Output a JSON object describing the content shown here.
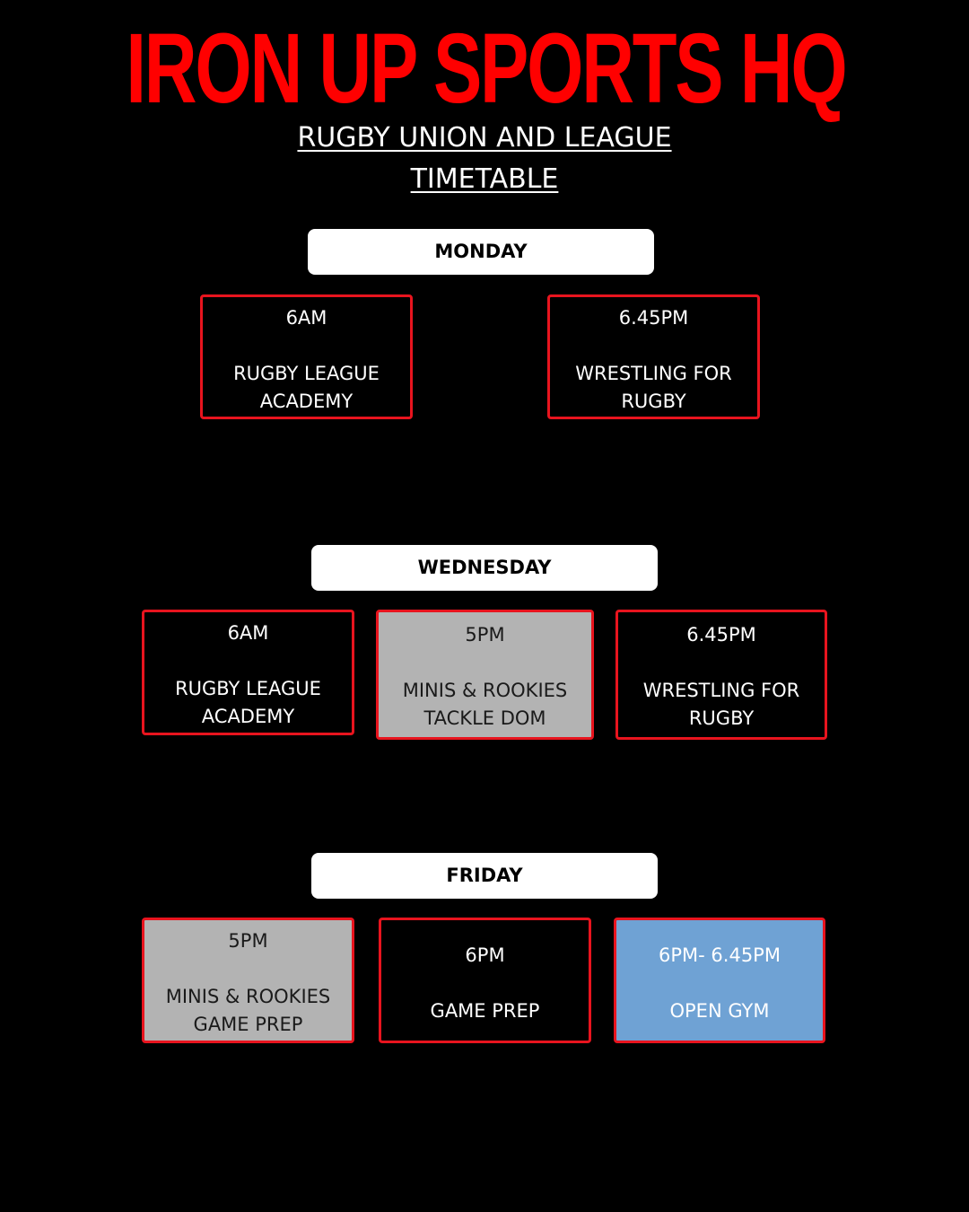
{
  "header": {
    "title": "IRON UP SPORTS HQ",
    "subtitle_line1": "RUGBY UNION AND LEAGUE",
    "subtitle_line2": "TIMETABLE"
  },
  "colors": {
    "title_red": "#ff0000",
    "box_border_red": "#e8141e",
    "grey_session": "#b3b3b3",
    "blue_session": "#6fa2d4",
    "background": "#000000"
  },
  "days": [
    {
      "name": "MONDAY",
      "sessions": [
        {
          "time": "6AM",
          "class": "RUGBY LEAGUE ACADEMY"
        },
        {
          "time": "6.45PM",
          "class": "WRESTLING FOR RUGBY"
        }
      ]
    },
    {
      "name": "WEDNESDAY",
      "sessions": [
        {
          "time": "6AM",
          "class": "RUGBY LEAGUE ACADEMY"
        },
        {
          "time": "5PM",
          "class": "MINIS & ROOKIES TACKLE DOM"
        },
        {
          "time": "6.45PM",
          "class": "WRESTLING FOR RUGBY"
        }
      ]
    },
    {
      "name": "FRIDAY",
      "sessions": [
        {
          "time": "5PM",
          "class": "MINIS & ROOKIES GAME PREP"
        },
        {
          "time": "6PM",
          "class": "GAME PREP"
        },
        {
          "time": "6PM- 6.45PM",
          "class": "OPEN GYM"
        }
      ]
    }
  ]
}
